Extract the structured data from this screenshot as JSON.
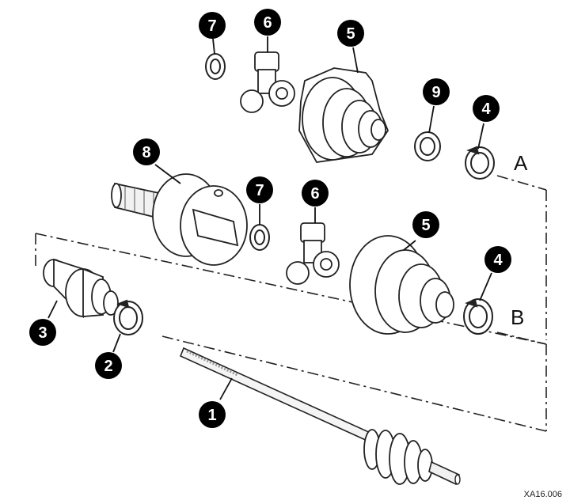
{
  "callouts": [
    {
      "id": "c1",
      "text": "1"
    },
    {
      "id": "c2",
      "text": "2"
    },
    {
      "id": "c3",
      "text": "3"
    },
    {
      "id": "c4a",
      "text": "4"
    },
    {
      "id": "c4b",
      "text": "4"
    },
    {
      "id": "c5a",
      "text": "5"
    },
    {
      "id": "c5b",
      "text": "5"
    },
    {
      "id": "c6a",
      "text": "6"
    },
    {
      "id": "c6b",
      "text": "6"
    },
    {
      "id": "c7a",
      "text": "7"
    },
    {
      "id": "c7b",
      "text": "7"
    },
    {
      "id": "c8",
      "text": "8"
    },
    {
      "id": "c9",
      "text": "9"
    }
  ],
  "variant_labels": {
    "a": "A",
    "b": "B"
  },
  "figure_code": "XA16.006"
}
